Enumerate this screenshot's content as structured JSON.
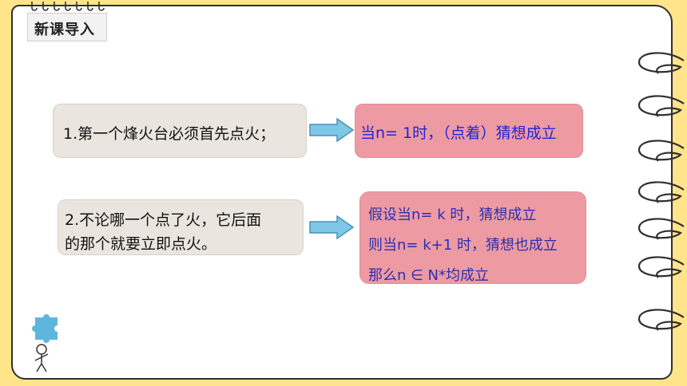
{
  "section": {
    "title": "新课导入"
  },
  "steps": [
    {
      "text": "1.第一个烽火台必须首先点火；"
    },
    {
      "text_line1": "2.不论哪一个点了火，它后面",
      "text_line2": "的那个就要立即点火。"
    }
  ],
  "results": [
    {
      "text": "当n= 1时，（点着）猜想成立"
    },
    {
      "line1": "假设当n= k 时，猜想成立",
      "line2": "则当n= k+1 时，猜想也成立",
      "line3": "那么n ∈ N*均成立"
    }
  ],
  "colors": {
    "background": "#ffe48a",
    "beige_box": "#eae6df",
    "pink_box": "#ee9aa3",
    "arrow": "#7ec7e6",
    "blue_text": "#1f24d6"
  },
  "icons": [
    "binder-ring-icon",
    "spiral-binding-icon",
    "right-arrow-icon",
    "puzzle-person-icon"
  ]
}
